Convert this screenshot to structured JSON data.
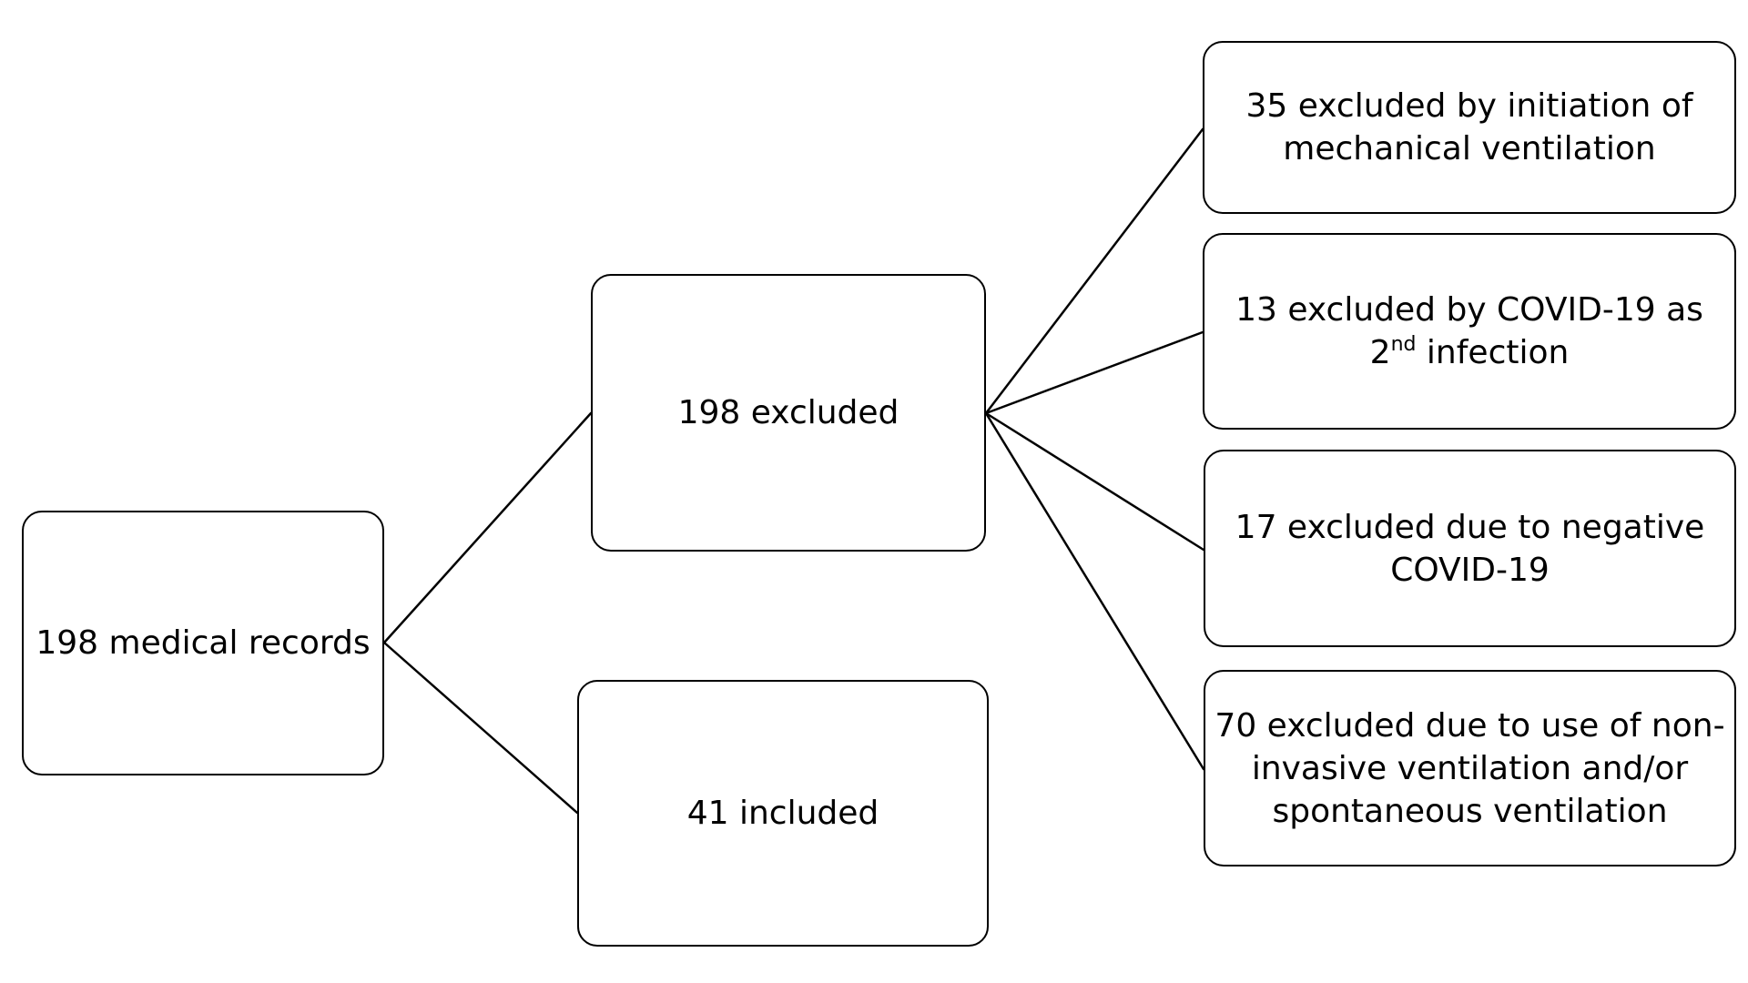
{
  "nodes": {
    "records": "198 medical records",
    "excluded": "198 excluded",
    "included": "41 included",
    "reason_1": {
      "line1": "35 excluded by initiation of",
      "line2": "mechanical ventilation"
    },
    "reason_2": {
      "line1": "13 excluded by COVID-19 as",
      "line2_num": "2",
      "line2_sup": "nd",
      "line2_rest": " infection"
    },
    "reason_3": {
      "line1": "17 excluded due to negative",
      "line2": "COVID-19"
    },
    "reason_4": {
      "line1": "70 excluded due to use of non-",
      "line2": "invasive ventilation and/or",
      "line3": "spontaneous ventilation"
    }
  },
  "colors": {
    "stroke": "#000000",
    "fill": "#ffffff",
    "text": "#000000"
  }
}
